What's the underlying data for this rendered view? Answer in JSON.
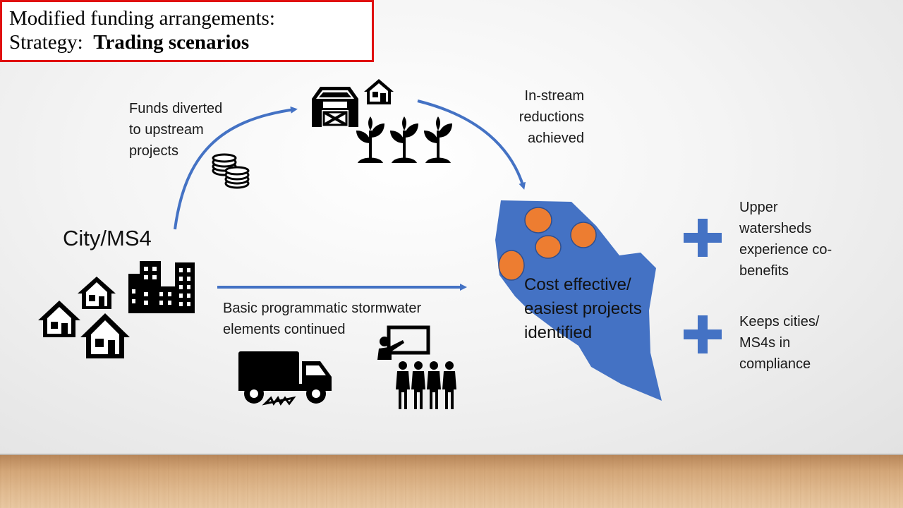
{
  "title": {
    "line1": "Modified funding arrangements:",
    "line2_prefix": "Strategy:",
    "line2_bold": "Trading scenarios"
  },
  "labels": {
    "funds": [
      "Funds diverted",
      "to upstream",
      "projects"
    ],
    "instream": [
      "In-stream",
      "reductions",
      "achieved"
    ],
    "city": "City/MS4",
    "basic": [
      "Basic programmatic stormwater",
      "elements continued"
    ],
    "watershed": [
      "Cost effective/",
      "easiest projects",
      "identified"
    ],
    "benefit1": [
      "Upper",
      "watersheds",
      "experience co-",
      "benefits"
    ],
    "benefit2": [
      "Keeps cities/",
      "MS4s in",
      "compliance"
    ]
  },
  "colors": {
    "arrow": "#4472c4",
    "watershed": "#4472c4",
    "dots": "#ed7d31",
    "plus": "#4472c4",
    "title_border": "#e01010"
  },
  "icons": [
    "barn-icon",
    "house-icon",
    "plant-icon",
    "coins-icon",
    "city-buildings-icon",
    "street-sweeper-truck-icon",
    "presentation-audience-icon",
    "plus-icon"
  ]
}
